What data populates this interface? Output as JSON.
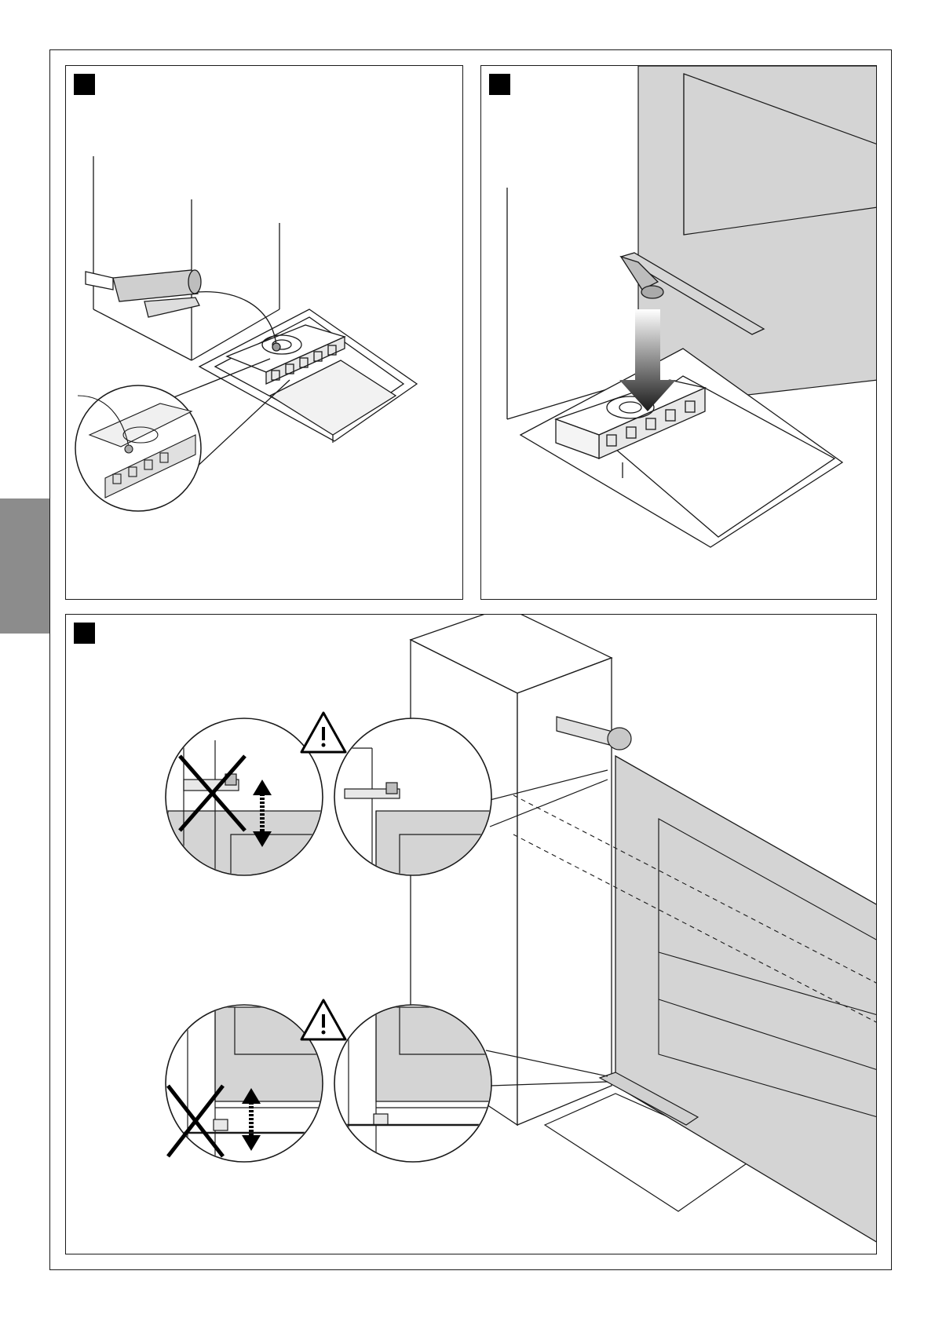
{
  "page": {
    "tab_color": "#8c8c8c",
    "line_color": "#1a1a1a",
    "gate_fill": "#d4d4d4",
    "pillar_fill": "#ffffff"
  },
  "panels": [
    {
      "id": "panel-a",
      "content": "grease-gun-lubrication-of-gearmotor"
    },
    {
      "id": "panel-b",
      "content": "gearmotor-insertion-into-foundation-box"
    },
    {
      "id": "panel-c",
      "content": "gate-alignment-check"
    }
  ],
  "panel_c": {
    "warning_icons": [
      "warning-triangle-icon",
      "warning-triangle-icon"
    ],
    "incorrect_marks": [
      "cross-icon",
      "cross-icon"
    ],
    "adjust_arrows": [
      "vertical-double-arrow-icon",
      "vertical-double-arrow-icon"
    ]
  }
}
